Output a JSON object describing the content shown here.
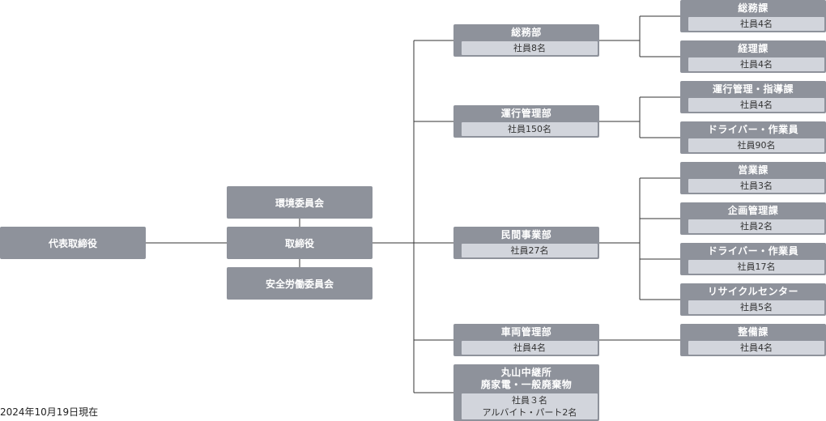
{
  "chart": {
    "top": {
      "ceo": "代表取締役",
      "board": "取締役"
    },
    "committees": {
      "environment": "環境委員会",
      "safety": "安全労働委員会"
    },
    "departments": [
      {
        "name": "総務部",
        "staff": "社員8名"
      },
      {
        "name": "運行管理部",
        "staff": "社員150名"
      },
      {
        "name": "民間事業部",
        "staff": "社員27名"
      },
      {
        "name": "車両管理部",
        "staff": "社員4名"
      },
      {
        "name": "丸山中継所\n廃家電・一般廃棄物",
        "staff": "社員３名\nアルバイト・パート2名"
      }
    ],
    "sections": [
      {
        "name": "総務課",
        "staff": "社員4名"
      },
      {
        "name": "経理課",
        "staff": "社員4名"
      },
      {
        "name": "運行管理・指導課",
        "staff": "社員4名"
      },
      {
        "name": "ドライバー・作業員",
        "staff": "社員90名"
      },
      {
        "name": "営業課",
        "staff": "社員3名"
      },
      {
        "name": "企画管理課",
        "staff": "社員2名"
      },
      {
        "name": "ドライバー・作業員",
        "staff": "社員17名"
      },
      {
        "name": "リサイクルセンター",
        "staff": "社員5名"
      },
      {
        "name": "整備課",
        "staff": "社員4名"
      }
    ]
  },
  "footnote": "2024年10月19日現在"
}
